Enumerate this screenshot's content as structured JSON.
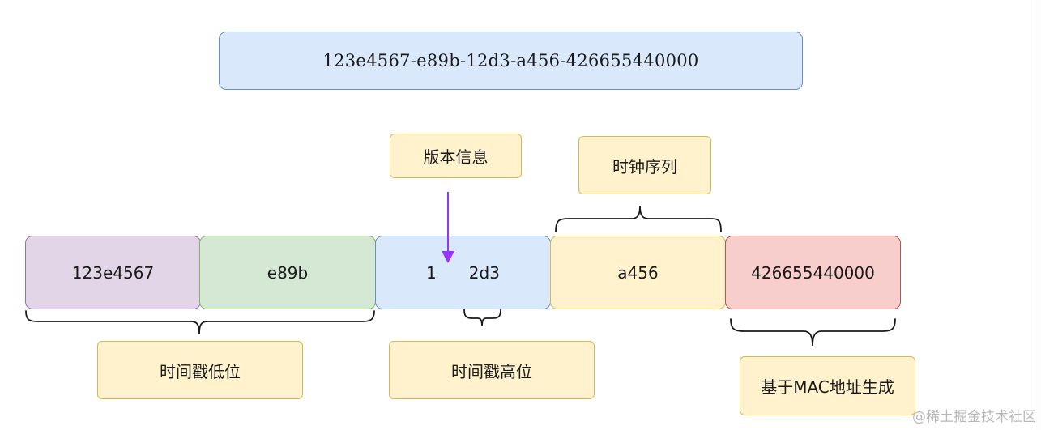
{
  "uuid": "123e4567-e89b-12d3-a456-426655440000",
  "segments": [
    {
      "text": "123e4567",
      "fill": "#e1d5e7",
      "stroke": "#9673a6"
    },
    {
      "text": "e89b",
      "fill": "#d5e8d4",
      "stroke": "#82b366"
    },
    {
      "version_digit": "1",
      "text": "2d3",
      "fill": "#dae8fc",
      "stroke": "#6c8ebf"
    },
    {
      "text": "a456",
      "fill": "#fff2cc",
      "stroke": "#d6b656"
    },
    {
      "text": "426655440000",
      "fill": "#f8cecc",
      "stroke": "#b85450"
    }
  ],
  "labels": {
    "version_info": "版本信息",
    "clock_sequence": "时钟序列",
    "time_low": "时间戳低位",
    "time_high": "时间戳高位",
    "mac_based": "基于MAC地址生成"
  },
  "arrow_color": "#9933ff",
  "watermark": "@稀土掘金技术社区"
}
